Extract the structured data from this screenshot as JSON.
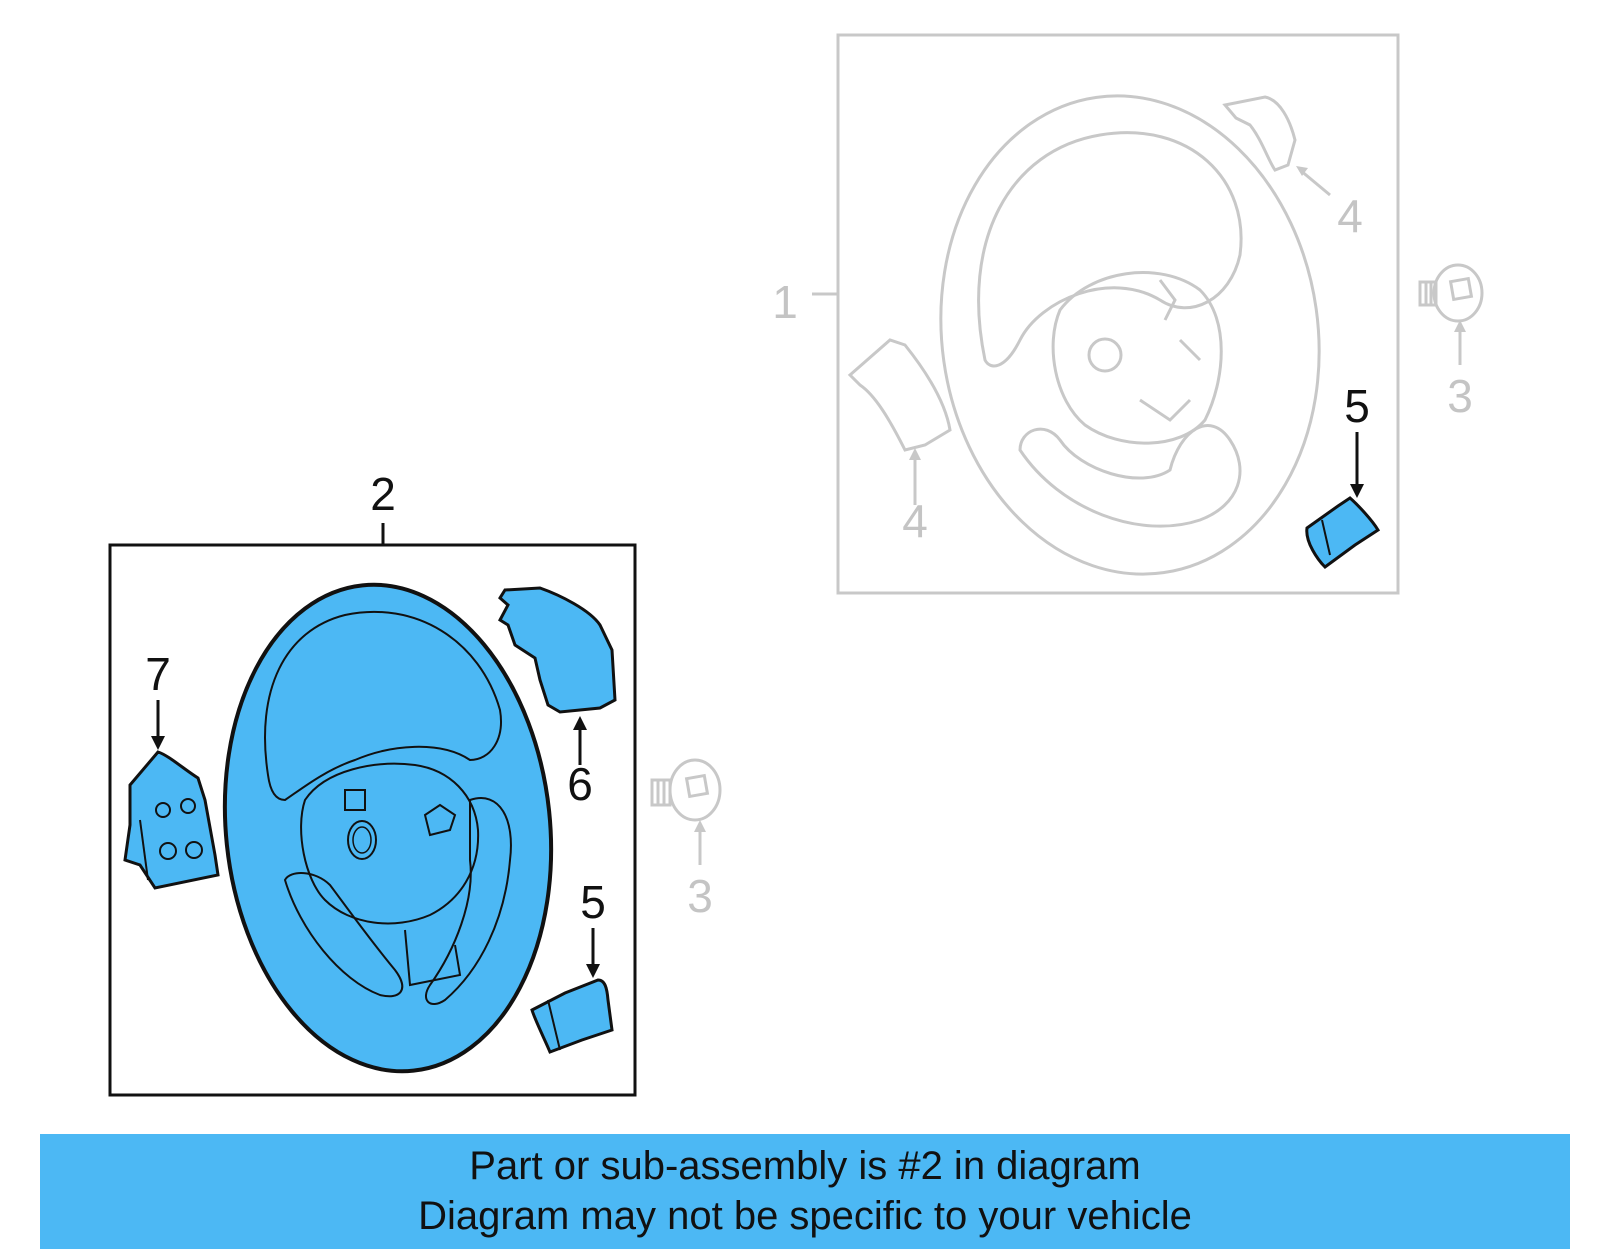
{
  "callouts": {
    "main_assembly": "2",
    "ref_assembly": "1",
    "bolt_left": "3",
    "bolt_right": "3",
    "cover_ref_top": "4",
    "cover_ref_left": "4",
    "trim_ref": "5",
    "trim_main": "5",
    "switch_right": "6",
    "switch_left": "7"
  },
  "banner": {
    "line1": "Part or sub-assembly is #2 in diagram",
    "line2": "Diagram may not be specific to your vehicle"
  },
  "colors": {
    "highlight": "#4cb8f4",
    "outline": "#111111",
    "faded": "#c8c8c8",
    "banner_bg": "#4cb8f4"
  }
}
